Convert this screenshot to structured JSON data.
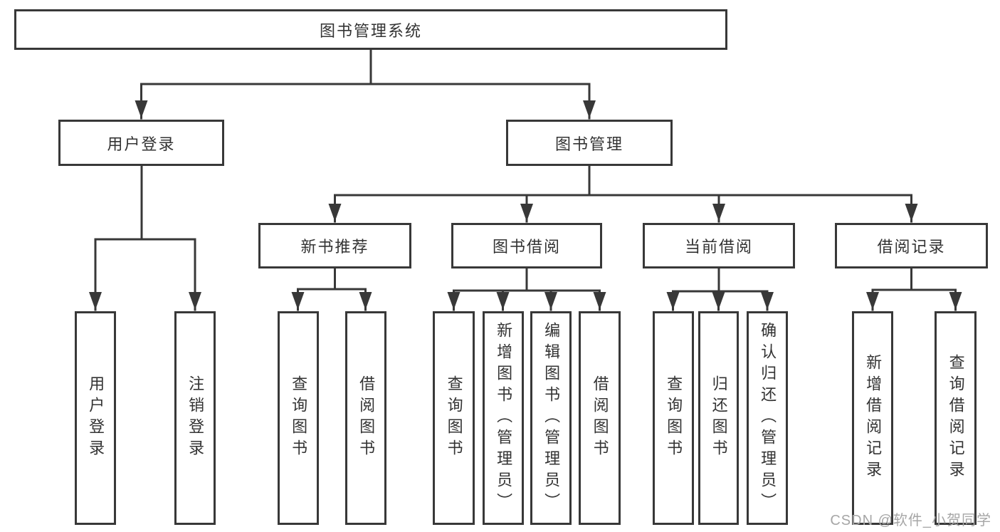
{
  "nodes": {
    "root": {
      "label": "图书管理系统"
    },
    "level2": [
      {
        "label": "用户登录"
      },
      {
        "label": "图书管理"
      }
    ],
    "level3": [
      {
        "label": "新书推荐"
      },
      {
        "label": "图书借阅"
      },
      {
        "label": "当前借阅"
      },
      {
        "label": "借阅记录"
      }
    ],
    "leaves": [
      {
        "label": "用户登录"
      },
      {
        "label": "注销登录"
      },
      {
        "label": "查询图书"
      },
      {
        "label": "借阅图书"
      },
      {
        "label": "查询图书"
      },
      {
        "label": "新增图书（管理员）"
      },
      {
        "label": "编辑图书（管理员）"
      },
      {
        "label": "借阅图书"
      },
      {
        "label": "查询图书"
      },
      {
        "label": "归还图书"
      },
      {
        "label": "确认归还（管理员）"
      },
      {
        "label": "新增借阅记录"
      },
      {
        "label": "查询借阅记录"
      }
    ]
  },
  "watermark": {
    "text": "CSDN @软件_小贺同学"
  },
  "colors": {
    "line": "#383838",
    "text": "#333333",
    "watermark": "#a6a6a6",
    "background": "#ffffff"
  }
}
